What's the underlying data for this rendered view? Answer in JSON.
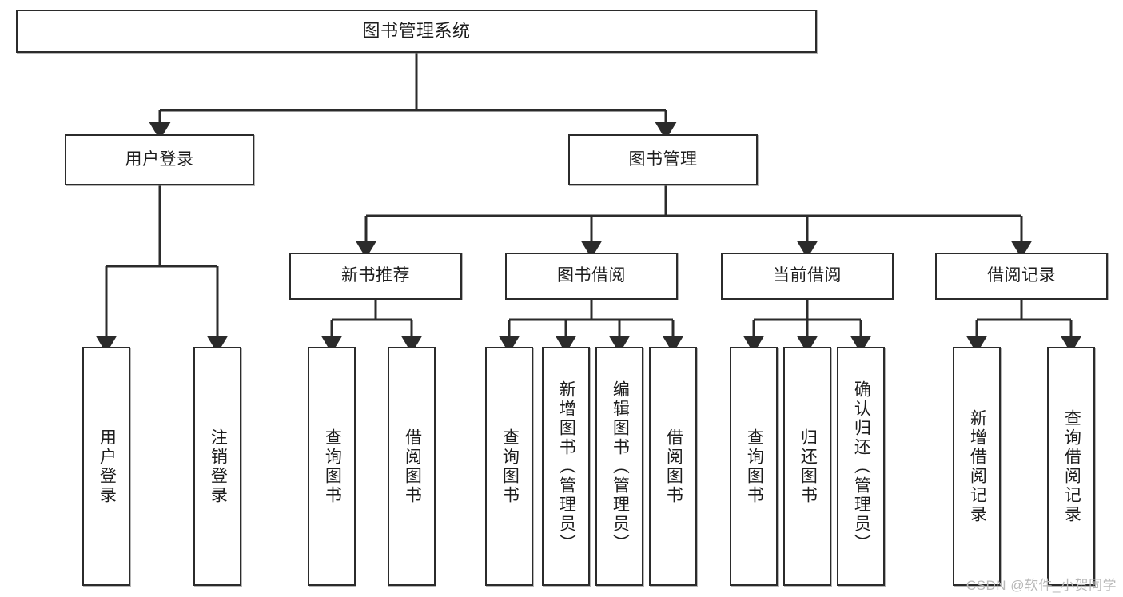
{
  "diagram": {
    "title": "图书管理系统",
    "type": "tree",
    "root": {
      "id": "root",
      "label": "图书管理系统"
    },
    "level2": [
      {
        "id": "login",
        "label": "用户登录"
      },
      {
        "id": "bookmgmt",
        "label": "图书管理"
      }
    ],
    "level3": [
      {
        "id": "newbook",
        "label": "新书推荐",
        "parent": "bookmgmt"
      },
      {
        "id": "borrow",
        "label": "图书借阅",
        "parent": "bookmgmt"
      },
      {
        "id": "current",
        "label": "当前借阅",
        "parent": "bookmgmt"
      },
      {
        "id": "records",
        "label": "借阅记录",
        "parent": "bookmgmt"
      }
    ],
    "leaves": [
      {
        "id": "leaf-user-login",
        "label": "用户登录",
        "parent": "login"
      },
      {
        "id": "leaf-user-logout",
        "label": "注销登录",
        "parent": "login"
      },
      {
        "id": "leaf-new-query",
        "label": "查询图书",
        "parent": "newbook"
      },
      {
        "id": "leaf-new-borrow",
        "label": "借阅图书",
        "parent": "newbook"
      },
      {
        "id": "leaf-borrow-query",
        "label": "查询图书",
        "parent": "borrow"
      },
      {
        "id": "leaf-borrow-add",
        "label": "新增图书（管理员）",
        "parent": "borrow"
      },
      {
        "id": "leaf-borrow-edit",
        "label": "编辑图书（管理员）",
        "parent": "borrow"
      },
      {
        "id": "leaf-borrow-lend",
        "label": "借阅图书",
        "parent": "borrow"
      },
      {
        "id": "leaf-current-query",
        "label": "查询图书",
        "parent": "current"
      },
      {
        "id": "leaf-current-return",
        "label": "归还图书",
        "parent": "current"
      },
      {
        "id": "leaf-current-confirm",
        "label": "确认归还（管理员）",
        "parent": "current"
      },
      {
        "id": "leaf-record-add",
        "label": "新增借阅记录",
        "parent": "records"
      },
      {
        "id": "leaf-record-query",
        "label": "查询借阅记录",
        "parent": "records"
      }
    ]
  },
  "watermark": {
    "text": "CSDN @软件_小贺同学"
  },
  "colors": {
    "stroke": "#2b2b2b",
    "node_fill": "#ffffff",
    "text": "#1d1d1d",
    "watermark": "#b9b9b9",
    "background": "#ffffff"
  }
}
